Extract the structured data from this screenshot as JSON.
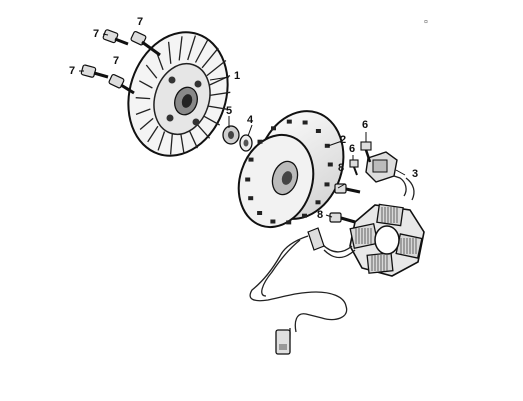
{
  "diagram": {
    "corner_mark": "¤",
    "callouts": {
      "fan": "1",
      "flywheel": "2",
      "stator": "3",
      "washer": "4",
      "nut": "5",
      "pickup_bolt": "6",
      "wire_bolt": "6",
      "fan_bolt_top_right": "7",
      "fan_bolt_top_left": "7",
      "fan_bolt_mid_left": "7",
      "fan_bolt_mid_right": "7",
      "stator_bolt_upper": "8",
      "stator_bolt_lower": "8"
    }
  }
}
